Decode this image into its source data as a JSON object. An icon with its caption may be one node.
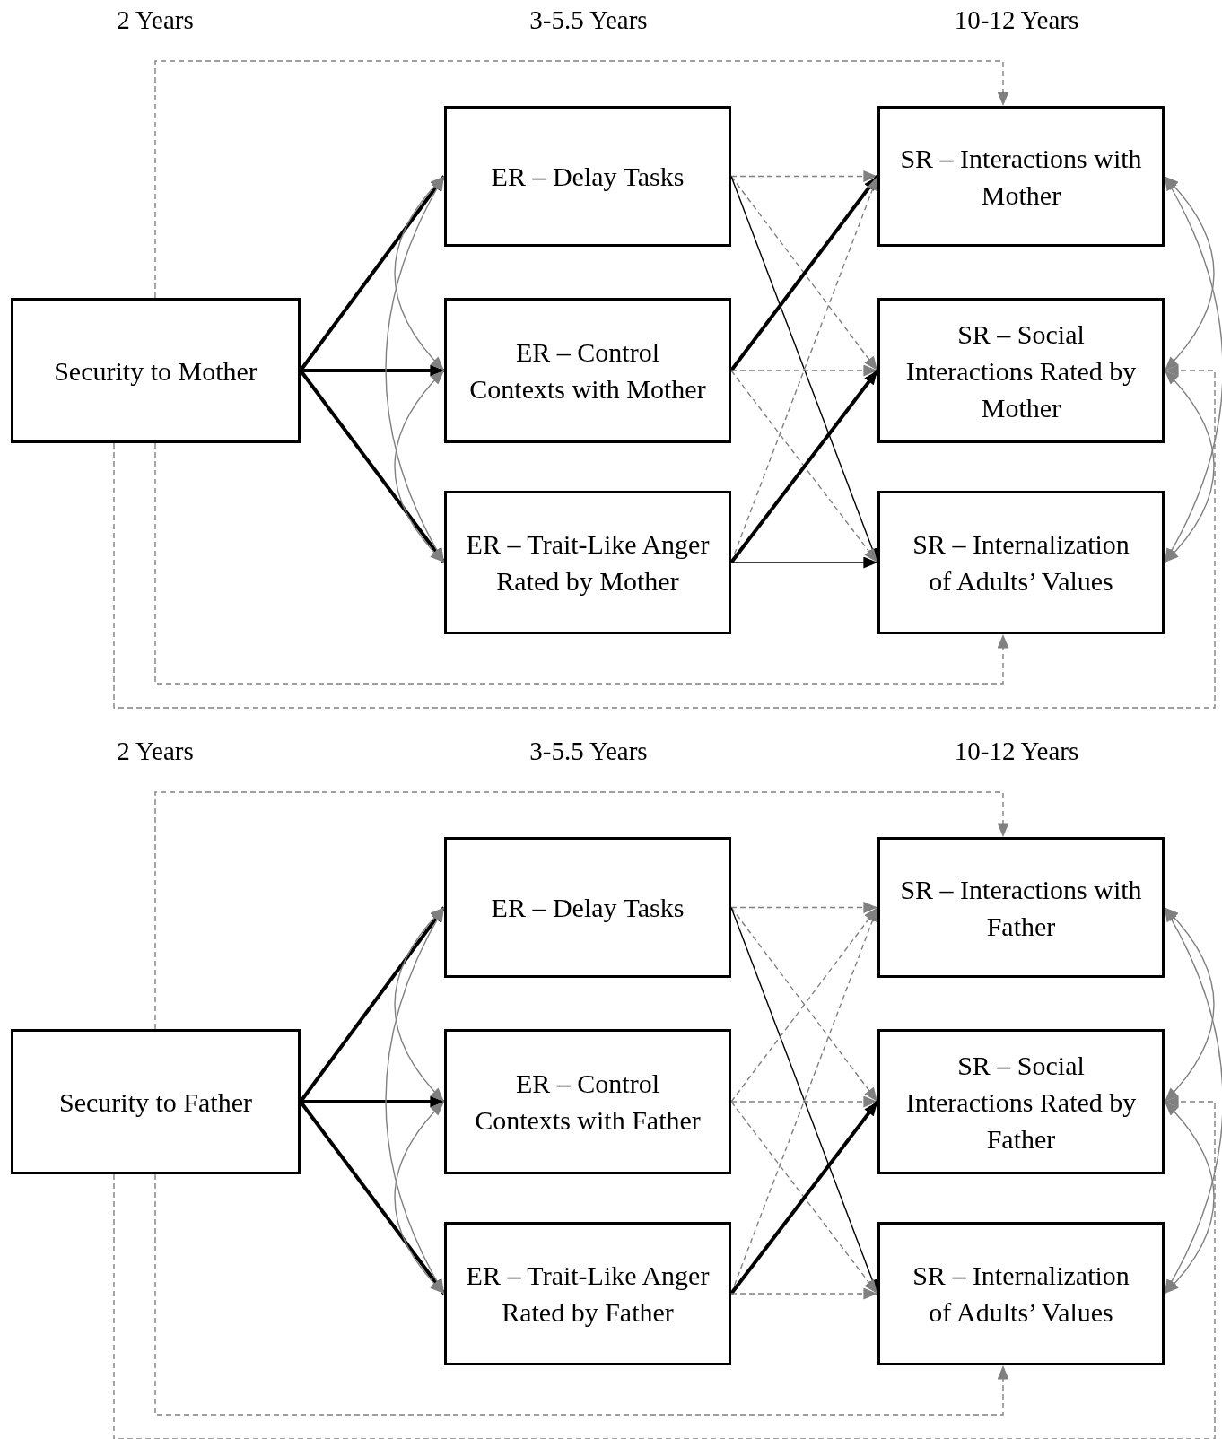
{
  "diagram": {
    "nodes": [
      {
        "text": [
          "Security to Mother"
        ]
      },
      {
        "text": [
          "ER – Delay Tasks"
        ]
      },
      {
        "text": [
          "ER – Control Contexts with Mother"
        ]
      },
      {
        "text": [
          "ER – Trait-Like Anger Rated by Mother"
        ]
      },
      {
        "text": [
          "SR – Interactions with Mother"
        ]
      },
      {
        "text": [
          "SR – Social Interactions Rated by Mother"
        ]
      },
      {
        "text": [
          "SR – Internalization of Adults’ Values"
        ]
      },
      {
        "text": [
          "Security to Father"
        ]
      },
      {
        "text": [
          "ER – Delay Tasks"
        ]
      },
      {
        "text": [
          "ER – Control Contexts with Father"
        ]
      },
      {
        "text": [
          "ER – Trait-Like Anger Rated by Father"
        ]
      },
      {
        "text": [
          "SR – Interactions with Father"
        ]
      },
      {
        "text": [
          "SR – Social Interactions Rated by Father"
        ]
      },
      {
        "text": [
          "SR – Internalization of Adults’ Values"
        ]
      }
    ],
    "edges": [
      {
        "from": 0,
        "to": 1,
        "arrow": "to",
        "style": "thick",
        "color": "#000000"
      },
      {
        "from": 0,
        "to": 2,
        "arrow": "to",
        "style": "thick",
        "color": "#000000"
      },
      {
        "from": 0,
        "to": 3,
        "arrow": "to",
        "style": "thick",
        "color": "#000000"
      },
      {
        "from": 1,
        "to": 2,
        "arrow": "both"
      },
      {
        "from": 2,
        "to": 3,
        "arrow": "both"
      },
      {
        "from": 1,
        "to": 3,
        "arrow": "both"
      },
      {
        "from": 4,
        "to": 5,
        "arrow": "both"
      },
      {
        "from": 5,
        "to": 6,
        "arrow": "both"
      },
      {
        "from": 4,
        "to": 6,
        "arrow": "both"
      },
      {
        "from": 0,
        "to": 4,
        "arrow": "to",
        "style": "dashed"
      },
      {
        "from": 0,
        "to": 6,
        "arrow": "to",
        "style": "dashed"
      },
      {
        "from": 0,
        "to": 5,
        "arrow": "to",
        "style": "dashed"
      },
      {
        "from": 1,
        "to": 4,
        "arrow": "to",
        "style": "dashed"
      },
      {
        "from": 1,
        "to": 5,
        "arrow": "to",
        "style": "dashed"
      },
      {
        "from": 1,
        "to": 6,
        "arrow": "to",
        "color": "#000000"
      },
      {
        "from": 2,
        "to": 4,
        "arrow": "to",
        "style": "thick",
        "color": "#000000"
      },
      {
        "from": 2,
        "to": 5,
        "arrow": "to",
        "style": "dashed"
      },
      {
        "from": 2,
        "to": 6,
        "arrow": "to",
        "style": "dashed"
      },
      {
        "from": 3,
        "to": 4,
        "arrow": "to",
        "style": "dashed"
      },
      {
        "from": 3,
        "to": 5,
        "arrow": "to",
        "style": "thick",
        "color": "#000000"
      },
      {
        "from": 3,
        "to": 6,
        "arrow": "to",
        "color": "#000000"
      },
      {
        "from": 7,
        "to": 8,
        "arrow": "to",
        "style": "thick",
        "color": "#000000"
      },
      {
        "from": 7,
        "to": 9,
        "arrow": "to",
        "style": "thick",
        "color": "#000000"
      },
      {
        "from": 7,
        "to": 10,
        "arrow": "to",
        "style": "thick",
        "color": "#000000"
      },
      {
        "from": 8,
        "to": 9,
        "arrow": "both"
      },
      {
        "from": 9,
        "to": 10,
        "arrow": "both"
      },
      {
        "from": 8,
        "to": 10,
        "arrow": "both"
      },
      {
        "from": 11,
        "to": 12,
        "arrow": "both"
      },
      {
        "from": 12,
        "to": 13,
        "arrow": "both"
      },
      {
        "from": 11,
        "to": 13,
        "arrow": "both"
      },
      {
        "from": 7,
        "to": 11,
        "arrow": "to",
        "style": "dashed"
      },
      {
        "from": 7,
        "to": 13,
        "arrow": "to",
        "style": "dashed"
      },
      {
        "from": 7,
        "to": 12,
        "arrow": "to",
        "style": "dashed"
      },
      {
        "from": 8,
        "to": 11,
        "arrow": "to",
        "style": "dashed"
      },
      {
        "from": 8,
        "to": 12,
        "arrow": "to",
        "style": "dashed"
      },
      {
        "from": 8,
        "to": 13,
        "arrow": "to",
        "color": "#000000"
      },
      {
        "from": 9,
        "to": 11,
        "arrow": "to",
        "style": "dashed"
      },
      {
        "from": 9,
        "to": 12,
        "arrow": "to",
        "style": "dashed"
      },
      {
        "from": 9,
        "to": 13,
        "arrow": "to",
        "style": "dashed"
      },
      {
        "from": 10,
        "to": 11,
        "arrow": "to",
        "style": "dashed"
      },
      {
        "from": 10,
        "to": 12,
        "arrow": "to",
        "style": "thick",
        "color": "#000000"
      },
      {
        "from": 10,
        "to": 13,
        "arrow": "to",
        "style": "dashed"
      }
    ],
    "labels": [
      "2 Years",
      "3-5.5 Years",
      "10-12 Years",
      "2 Years",
      "3-5.5 Years",
      "10-12 Years"
    ]
  }
}
